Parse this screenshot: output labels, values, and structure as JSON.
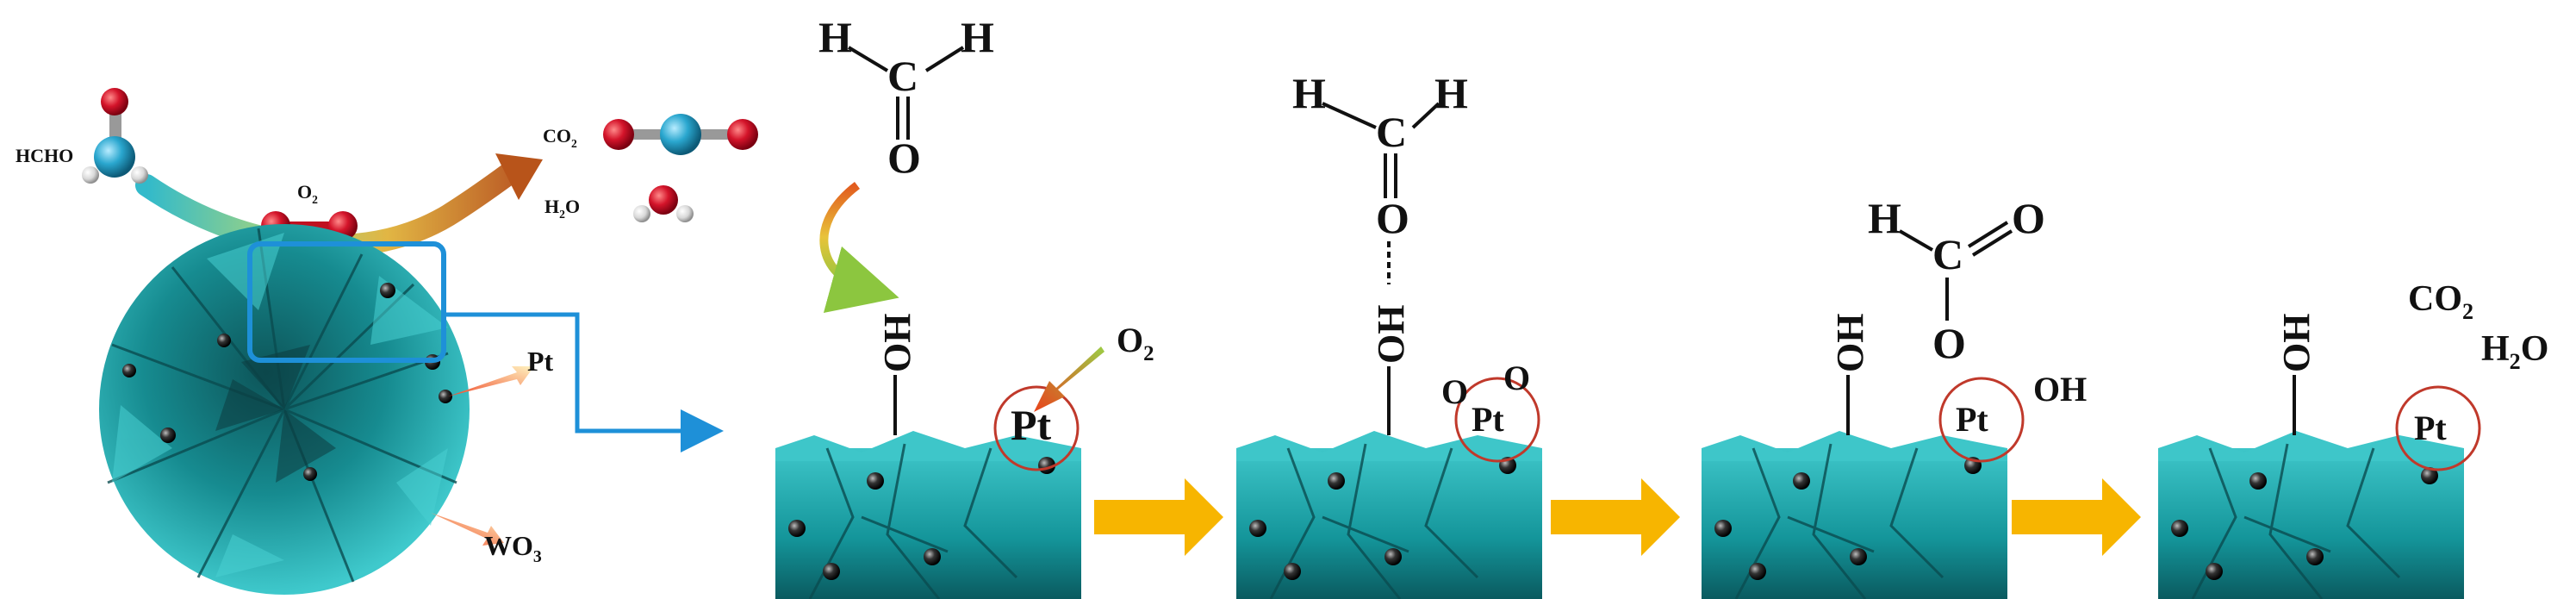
{
  "colors": {
    "surface": "#1aa0a6",
    "surface_dark": "#0b5e63",
    "surface_light": "#3ec6c9",
    "pt_circle": "#c0392b",
    "arrow_yellow": "#f7b500",
    "box_blue": "#1e90d8",
    "oxygen_red": "#d4142a",
    "carbon_blue": "#2aa7cf",
    "hydrogen_grey": "#dcdcdc"
  },
  "left_panel": {
    "hcho": "HCHO",
    "o2": "O",
    "o2_sub": "2",
    "co2": "CO",
    "co2_sub": "2",
    "h2o_h": "H",
    "h2o_sub": "2",
    "h2o_o": "O",
    "pt": "Pt",
    "wo3": "WO",
    "wo3_sub": "3"
  },
  "stage1": {
    "h_left": "H",
    "h_right": "H",
    "c": "C",
    "o": "O",
    "oh": "OH",
    "o2": "O",
    "o2_sub": "2",
    "pt": "Pt"
  },
  "stage2": {
    "h_left": "H",
    "h_right": "H",
    "c": "C",
    "o": "O",
    "oh": "OH",
    "o_a": "O",
    "o_b": "O",
    "pt": "Pt"
  },
  "stage3": {
    "h": "H",
    "c": "C",
    "o_top": "O",
    "o_bottom": "O",
    "oh_surface": "OH",
    "oh_pt": "OH",
    "pt": "Pt"
  },
  "stage4": {
    "oh": "OH",
    "co2": "CO",
    "co2_sub": "2",
    "h2o_h": "H",
    "h2o_sub": "2",
    "h2o_o": "O",
    "pt": "Pt"
  }
}
